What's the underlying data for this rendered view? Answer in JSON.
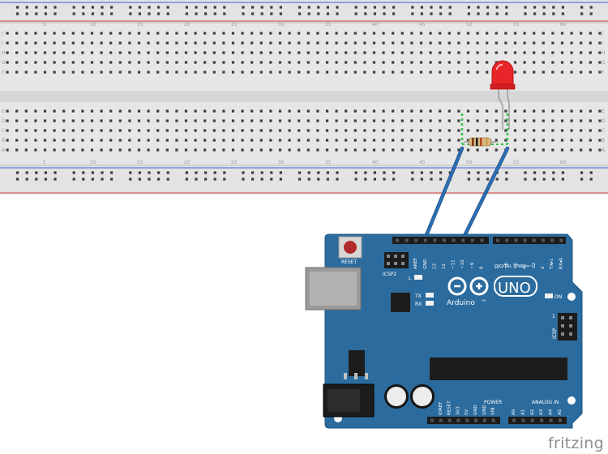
{
  "breadboard": {
    "row_labels_top": [
      "J",
      "I",
      "H",
      "G",
      "F"
    ],
    "row_labels_bottom": [
      "E",
      "D",
      "C",
      "B",
      "A"
    ],
    "column_labels": [
      "5",
      "10",
      "15",
      "20",
      "25",
      "30",
      "35",
      "40",
      "45",
      "50",
      "55",
      "60"
    ]
  },
  "arduino": {
    "reset_label": "RESET",
    "icsp2_label": "ICSP2",
    "icsp_label": "ICSP",
    "icsp_pin1": "1",
    "led_l_label": "L",
    "tx_label": "TX",
    "rx_label": "RX",
    "on_label": "ON",
    "uno_label": "UNO",
    "brand_label": "Arduino",
    "tm": "TM",
    "digital_label": "DIGITAL (PWM=~)",
    "power_label": "POWER",
    "analog_label": "ANALOG IN",
    "digital_pins": [
      "AREF",
      "GND",
      "13",
      "12",
      "~11",
      "~10",
      "~9",
      "8",
      "7",
      "~6",
      "~5",
      "4",
      "~3",
      "2",
      "TX▸1",
      "RX◂0"
    ],
    "power_pins": [
      "IOREF",
      "RESET",
      "3V3",
      "5V",
      "GND",
      "GND",
      "VIN"
    ],
    "analog_pins": [
      "A0",
      "A1",
      "A2",
      "A3",
      "A4",
      "A5"
    ]
  },
  "watermark": "fritzing",
  "colors": {
    "board": "#2b6b9e",
    "wire": "#2d6fb4",
    "led": "#e8262a",
    "breadboard": "#e6e6e6",
    "rail_red": "#d83a3a",
    "rail_blue": "#3a5fd8"
  }
}
